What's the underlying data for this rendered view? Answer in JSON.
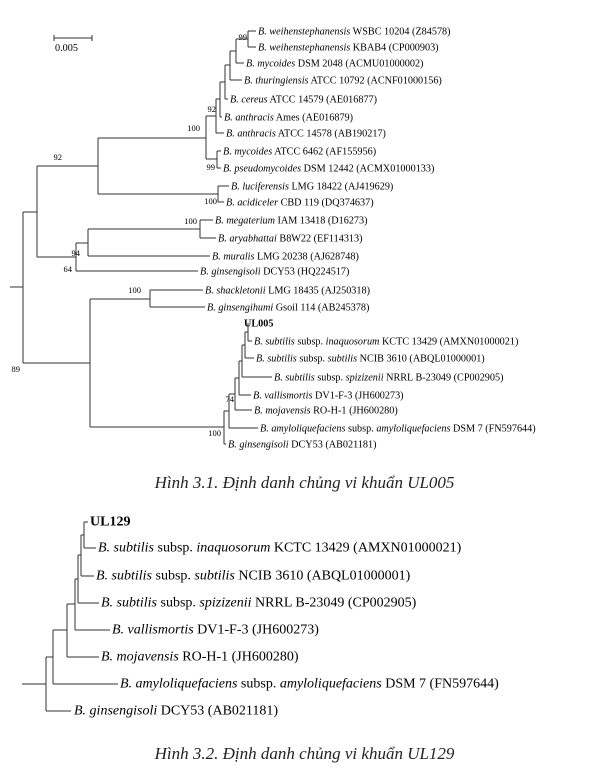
{
  "scale_bar_label": "0.005",
  "tree1": {
    "leaves": [
      {
        "sp": "B. weihenstephanensis",
        "rest": " WSBC 10204 (Z84578)"
      },
      {
        "sp": "B. weihenstephanensis",
        "rest": " KBAB4 (CP000903)"
      },
      {
        "sp": "B. mycoides",
        "rest": " DSM 2048 (ACMU01000002)"
      },
      {
        "sp": "B. thuringiensis",
        "rest": " ATCC 10792 (ACNF01000156)"
      },
      {
        "sp": "B. cereus",
        "rest": " ATCC 14579 (AE016877)"
      },
      {
        "sp": "B. anthracis",
        "rest": " Ames (AE016879)"
      },
      {
        "sp": "B. anthracis",
        "rest": " ATCC 14578 (AB190217)"
      },
      {
        "sp": "B. mycoides",
        "rest": " ATCC 6462 (AF155956)"
      },
      {
        "sp": "B. pseudomycoides",
        "rest": " DSM 12442 (ACMX01000133)"
      },
      {
        "sp": "B. luciferensis",
        "rest": " LMG 18422 (AJ419629)"
      },
      {
        "sp": "B. acidiceler",
        "rest": " CBD 119 (DQ374637)"
      },
      {
        "sp": "B. megaterium",
        "rest": " IAM 13418 (D16273)"
      },
      {
        "sp": "B. aryabhattai",
        "rest": " B8W22 (EF114313)"
      },
      {
        "sp": "B. muralis",
        "rest": " LMG 20238 (AJ628748)"
      },
      {
        "sp": "B. ginsengisoli",
        "rest": " DCY53 (HQ224517)"
      },
      {
        "sp": "B. shackletonii",
        "rest": " LMG 18435 (AJ250318)"
      },
      {
        "sp": "B. ginsengihumi",
        "rest": " Gsoil 114 (AB245378)"
      },
      {
        "bold": "UL005"
      },
      {
        "sp": "B. subtilis",
        "mid": " subsp. ",
        "sp2": "inaquosorum",
        "rest": " KCTC 13429 (AMXN01000021)"
      },
      {
        "sp": "B. subtilis",
        "mid": " subsp. ",
        "sp2": "subtilis",
        "rest": " NCIB 3610 (ABQL01000001)"
      },
      {
        "sp": "B. subtilis",
        "mid": " subsp. ",
        "sp2": "spizizenii",
        "rest": " NRRL B-23049 (CP002905)"
      },
      {
        "sp": "B. vallismortis",
        "rest": " DV1-F-3 (JH600273)"
      },
      {
        "sp": "B. mojavensis",
        "rest": " RO-H-1 (JH600280)"
      },
      {
        "sp": "B. amyloliquefaciens",
        "mid": " subsp. ",
        "sp2": "amyloliquefaciens",
        "rest": " DSM 7 (FN597644)"
      },
      {
        "sp": "B. ginsengisoli",
        "rest": " DCY53 (AB021181)"
      }
    ],
    "bootstraps": [
      "99",
      "92",
      "100",
      "99",
      "100",
      "92",
      "100",
      "94",
      "64",
      "100",
      "74",
      "100",
      "89"
    ]
  },
  "caption1": "Hình 3.1. Định danh chủng vi khuẩn UL005",
  "tree2": {
    "leaves": [
      {
        "bold": "UL129"
      },
      {
        "sp": "B. subtilis",
        "mid": " subsp. ",
        "sp2": "inaquosorum",
        "rest": " KCTC 13429 (AMXN01000021)"
      },
      {
        "sp": "B. subtilis",
        "mid": " subsp. ",
        "sp2": "subtilis",
        "rest": " NCIB 3610 (ABQL01000001)"
      },
      {
        "sp": "B. subtilis",
        "mid": " subsp. ",
        "sp2": "spizizenii",
        "rest": " NRRL B-23049 (CP002905)"
      },
      {
        "sp": "B. vallismortis",
        "rest": " DV1-F-3 (JH600273)"
      },
      {
        "sp": "B. mojavensis",
        "rest": " RO-H-1 (JH600280)"
      },
      {
        "sp": "B. amyloliquefaciens",
        "mid": " subsp. ",
        "sp2": "amyloliquefaciens",
        "rest": " DSM 7 (FN597644)"
      },
      {
        "sp": "B. ginsengisoli",
        "rest": " DCY53 (AB021181)"
      }
    ]
  },
  "caption2": "Hình 3.2. Định danh chủng vi khuẩn UL129"
}
